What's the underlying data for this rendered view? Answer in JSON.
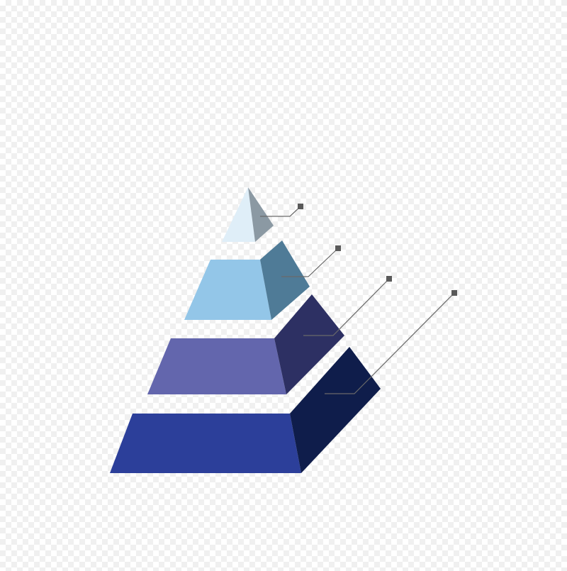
{
  "diagram": {
    "type": "pyramid",
    "levels": [
      {
        "id": "apex",
        "front_color": "#dfeef8",
        "side_color": "#8b99a3"
      },
      {
        "id": "level-2",
        "front_color": "#93c6e8",
        "side_color": "#4f7b97"
      },
      {
        "id": "level-3",
        "front_color": "#6366ad",
        "side_color": "#2d3063"
      },
      {
        "id": "base",
        "front_color": "#2c3f9a",
        "side_color": "#0f1d4b"
      }
    ],
    "callout": {
      "line_color": "#6a6a6a",
      "marker_color": "#5a5a5a"
    }
  }
}
